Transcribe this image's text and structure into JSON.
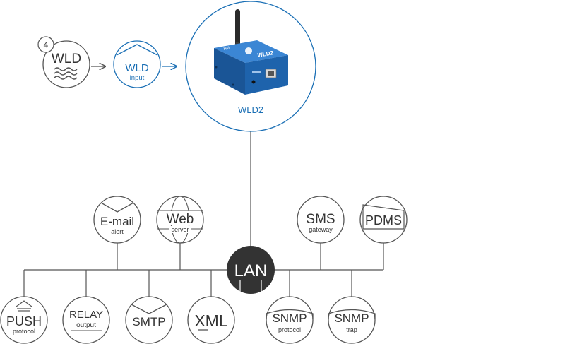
{
  "sensor": {
    "badge": "4",
    "label": "WLD"
  },
  "input": {
    "label": "WLD",
    "sublabel": "input"
  },
  "device": {
    "caption": "WLD2",
    "brand": "HW",
    "model": "WLD2"
  },
  "hub": {
    "label": "LAN"
  },
  "nodes": {
    "email": {
      "label": "E-mail",
      "sublabel": "alert"
    },
    "web": {
      "label": "Web",
      "sublabel": "server"
    },
    "sms": {
      "label": "SMS",
      "sublabel": "gateway"
    },
    "pdms": {
      "label": "PDMS"
    },
    "push": {
      "label": "PUSH",
      "sublabel": "protocol"
    },
    "relay": {
      "label": "RELAY",
      "sublabel": "output"
    },
    "smtp": {
      "label": "SMTP"
    },
    "xml": {
      "label": "XML"
    },
    "snmp_protocol": {
      "label": "SNMP",
      "sublabel": "protocol"
    },
    "snmp_trap": {
      "label": "SNMP",
      "sublabel": "trap"
    }
  },
  "colors": {
    "accent": "#1a6fb5",
    "line": "#555555",
    "hub": "#333333",
    "device": "#1e5fa8"
  }
}
